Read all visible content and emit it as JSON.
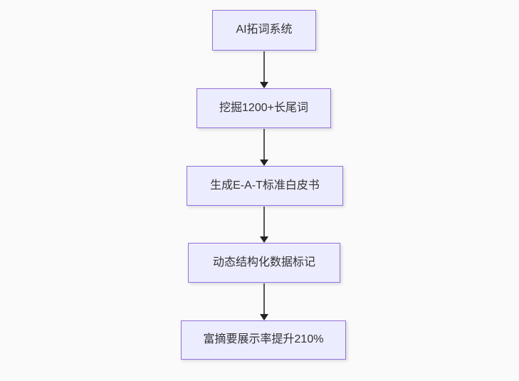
{
  "diagram": {
    "type": "flowchart",
    "direction": "top-down",
    "nodes": [
      {
        "id": "n1",
        "label": "AI拓词系统"
      },
      {
        "id": "n2",
        "label": "挖掘1200+长尾词"
      },
      {
        "id": "n3",
        "label": "生成E-A-T标准白皮书"
      },
      {
        "id": "n4",
        "label": "动态结构化数据标记"
      },
      {
        "id": "n5",
        "label": "富摘要展示率提升210%"
      }
    ],
    "edges": [
      {
        "from": "n1",
        "to": "n2"
      },
      {
        "from": "n2",
        "to": "n3"
      },
      {
        "from": "n3",
        "to": "n4"
      },
      {
        "from": "n4",
        "to": "n5"
      }
    ],
    "colors": {
      "background": "#fafafa",
      "node_fill": "#ececff",
      "node_border": "#9370db",
      "node_text": "#333333",
      "arrow_shaft": "#555555",
      "arrow_head": "#222222"
    }
  }
}
